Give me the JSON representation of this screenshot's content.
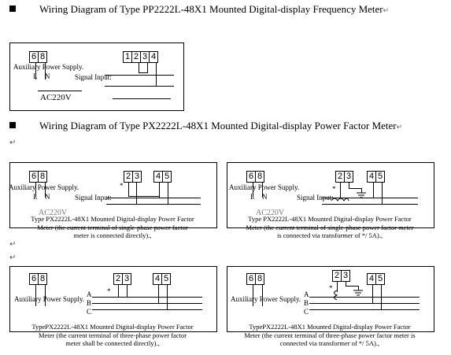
{
  "headings": {
    "h1": "Wiring Diagram of    Type PP2222L-48X1  Mounted  Digital-display  Frequency  Meter",
    "h2": "Wiring Diagram of    Type PX2222L-48X1  Mounted  Digital-display  Power Factor  Meter"
  },
  "marks": {
    "para": "↵",
    "tail": "↵"
  },
  "labels": {
    "aux": "Auxiliary Power  Supply.",
    "L": "L",
    "N": "N",
    "signal": "Signal Input:",
    "ac220v": "AC220V",
    "star": "*",
    "A": "A",
    "B": "B",
    "C": "C",
    "ghost_ac": "AC220V",
    "dot": ","
  },
  "terminals": {
    "supply": [
      "6",
      "8"
    ],
    "freq": [
      "1",
      "2",
      "3",
      "4"
    ],
    "pf_signal": [
      "2",
      "3"
    ],
    "pf_voltage": [
      "4",
      "5"
    ]
  },
  "captions": {
    "c1": [
      "Type PX2222L-48X1  Mounted  Digital-display Power Factor",
      "Meter  (the current  terminal of single-phase power factor",
      "meter is connected directly).,"
    ],
    "c2": [
      "Type PX2222L-48X1  Mounted  Digital-display Power Factor",
      "Meter    (the current  terminal of single-phase power factor meter",
      "is connected via transformer  of */ 5A).,"
    ],
    "c3": [
      "TypePX2222L-48X1 Mounted Digital-display Power Factor",
      "Meter (the current  terminal  of three-phase  power  factor",
      "meter shall be connected  directly).,"
    ],
    "c4": [
      "TypePX2222L-48X1 Mounted Digital-display Power Factor",
      "Meter (the current  terminal of three-phase power factor meter is",
      "connected via transformer  of */ 5A).,"
    ]
  }
}
